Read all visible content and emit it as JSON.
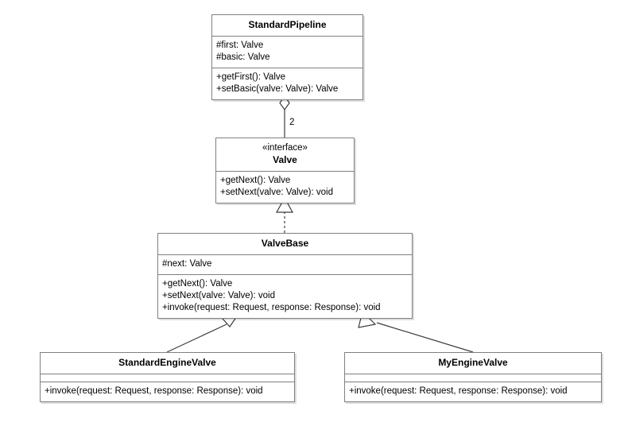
{
  "diagram": {
    "title": "Valve pipeline UML class diagram",
    "background_color": "#ffffff",
    "line_color": "#3c3c3c",
    "border_color": "#808080",
    "text_color": "#000000"
  },
  "classes": {
    "standard_pipeline": {
      "name": "StandardPipeline",
      "attributes": [
        "#first: Valve",
        "#basic: Valve"
      ],
      "operations": [
        "+getFirst(): Valve",
        "+setBasic(valve: Valve): Valve"
      ]
    },
    "valve": {
      "stereotype": "«interface»",
      "name": "Valve",
      "attributes": [],
      "operations": [
        "+getNext(): Valve",
        "+setNext(valve: Valve): void"
      ]
    },
    "valve_base": {
      "name": "ValveBase",
      "attributes": [
        "#next: Valve"
      ],
      "operations": [
        "+getNext(): Valve",
        "+setNext(valve: Valve): void",
        "+invoke(request: Request, response: Response): void"
      ]
    },
    "standard_engine_valve": {
      "name": "StandardEngineValve",
      "attributes": [],
      "operations": [
        "+invoke(request: Request, response: Response): void"
      ]
    },
    "my_engine_valve": {
      "name": "MyEngineValve",
      "attributes": [],
      "operations": [
        "+invoke(request: Request, response: Response): void"
      ]
    }
  },
  "relationships": {
    "aggregation_pipeline_valve": {
      "type": "aggregation",
      "from": "StandardPipeline",
      "to": "Valve",
      "multiplicity": "2"
    },
    "realization_valvebase_valve": {
      "type": "realization",
      "from": "ValveBase",
      "to": "Valve",
      "label": ""
    },
    "generalization_standardenginevalve": {
      "type": "generalization",
      "from": "StandardEngineValve",
      "to": "ValveBase",
      "label": ""
    },
    "generalization_myenginevalve": {
      "type": "generalization",
      "from": "MyEngineValve",
      "to": "ValveBase",
      "label": ""
    }
  }
}
